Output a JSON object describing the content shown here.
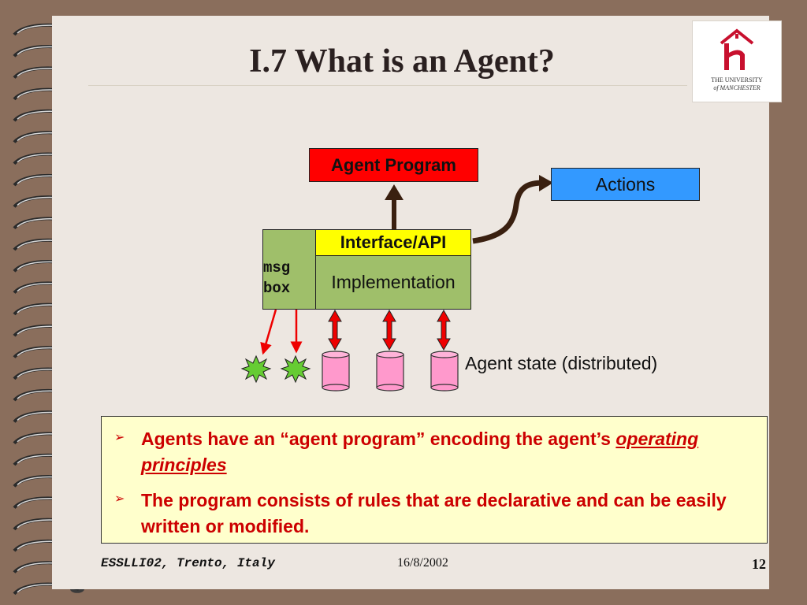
{
  "slide": {
    "title": "I.7 What is an Agent?",
    "logo": {
      "line1": "THE UNIVERSITY",
      "line2": "of MANCHESTER",
      "icon": "university-crest-icon"
    }
  },
  "diagram": {
    "agent_program": "Agent Program",
    "actions": "Actions",
    "interface": "Interface/API",
    "implementation": "Implementation",
    "msgbox_line1": "msg",
    "msgbox_line2": "box",
    "state_label": "Agent state (distributed)",
    "colors": {
      "agent_program": "#ff0000",
      "actions": "#3399ff",
      "interface": "#ffff00",
      "implementation": "#9fbf6a",
      "cylinder": "#ff99cc",
      "message_star": "#66cc33",
      "message_arrow": "#ee0000"
    }
  },
  "bullets": {
    "marker": "➢",
    "b1_text": "Agents have an “agent program” encoding the agent’s ",
    "b1_emph": "operating principles",
    "b2_text": "The program consists of rules that are declarative and can be easily written or modified."
  },
  "footer": {
    "left": "ESSLLI02, Trento, Italy",
    "date": "16/8/2002",
    "page": "12"
  }
}
